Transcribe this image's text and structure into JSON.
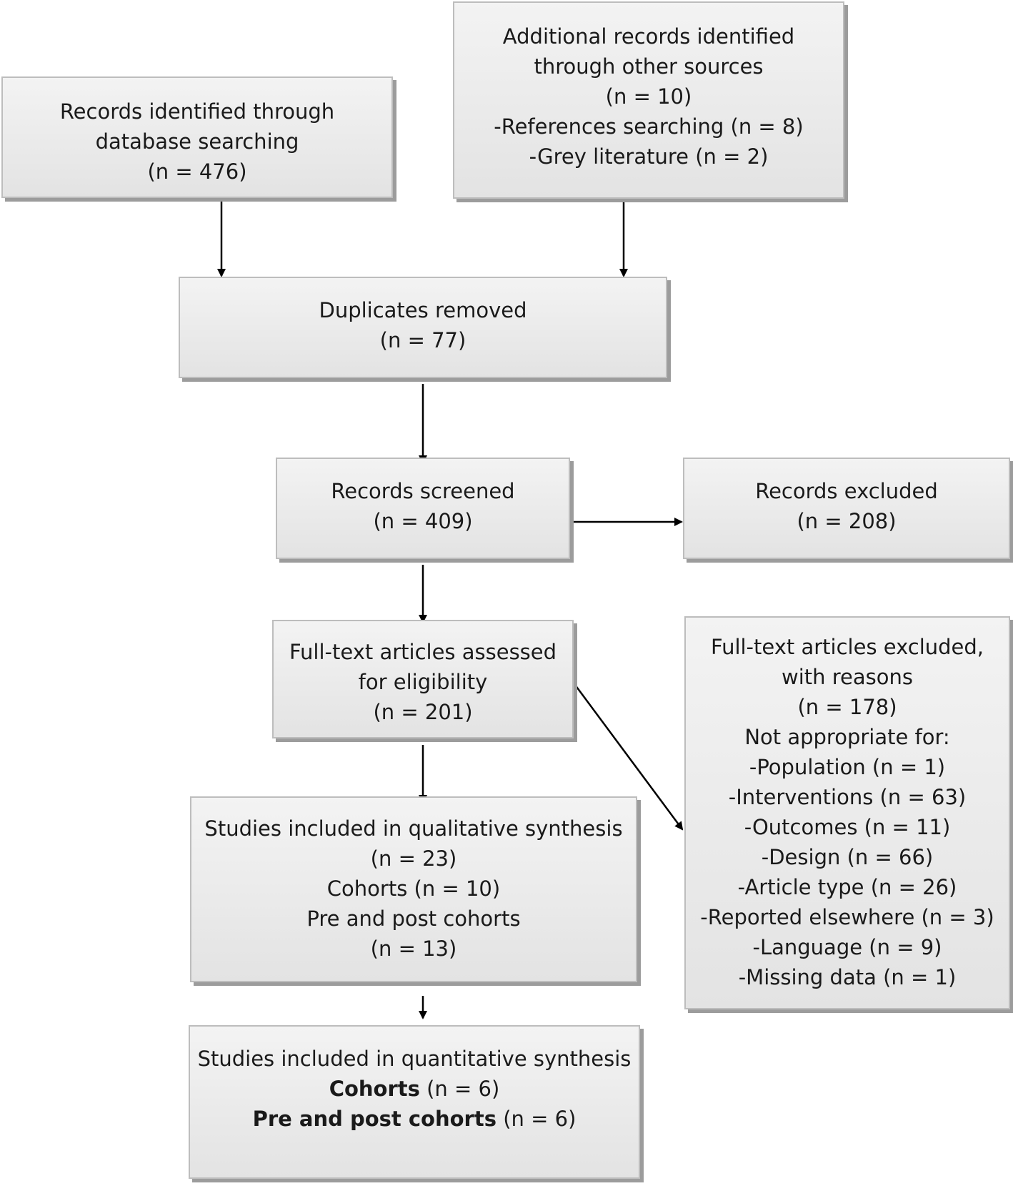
{
  "boxes": {
    "database": {
      "lines": [
        "Records identified through",
        "database searching",
        "(n = 476)"
      ]
    },
    "other_sources": {
      "lines": [
        "Additional records identified",
        "through other sources",
        "(n = 10)",
        "-References searching (n = 8)",
        "-Grey literature (n = 2)"
      ]
    },
    "duplicates": {
      "lines": [
        "Duplicates removed",
        "(n = 77)"
      ]
    },
    "screened": {
      "lines": [
        "Records screened",
        "(n = 409)"
      ]
    },
    "excluded": {
      "lines": [
        "Records excluded",
        "(n = 208)"
      ]
    },
    "fulltext": {
      "lines": [
        "Full-text articles assessed",
        "for eligibility",
        "(n = 201)"
      ]
    },
    "fulltext_excluded": {
      "lines": [
        "Full-text articles excluded,",
        "with reasons",
        "(n = 178)",
        "Not appropriate for:",
        "-Population (n = 1)",
        "-Interventions (n = 63)",
        "-Outcomes (n = 11)",
        "-Design (n = 66)",
        "-Article type (n = 26)",
        "-Reported elsewhere (n = 3)",
        "-Language (n = 9)",
        "-Missing data (n = 1)"
      ]
    },
    "qualitative": {
      "lines": [
        "Studies included in qualitative synthesis",
        "(n = 23)",
        "Cohorts (n = 10)",
        "Pre and post cohorts",
        "(n = 13)"
      ]
    },
    "quantitative": {
      "title": "Studies included in quantitative synthesis",
      "cohorts_bold": "Cohorts",
      "cohorts_n": " (n = 6)",
      "prepost_bold": "Pre and post cohorts",
      "prepost_n": " (n = 6)"
    }
  },
  "colors": {
    "box_fill_top": "#f3f3f3",
    "box_fill_bottom": "#e3e3e3",
    "box_border": "#bdbdbd",
    "box_shadow": "#9c9c9c",
    "arrow": "#000000"
  }
}
